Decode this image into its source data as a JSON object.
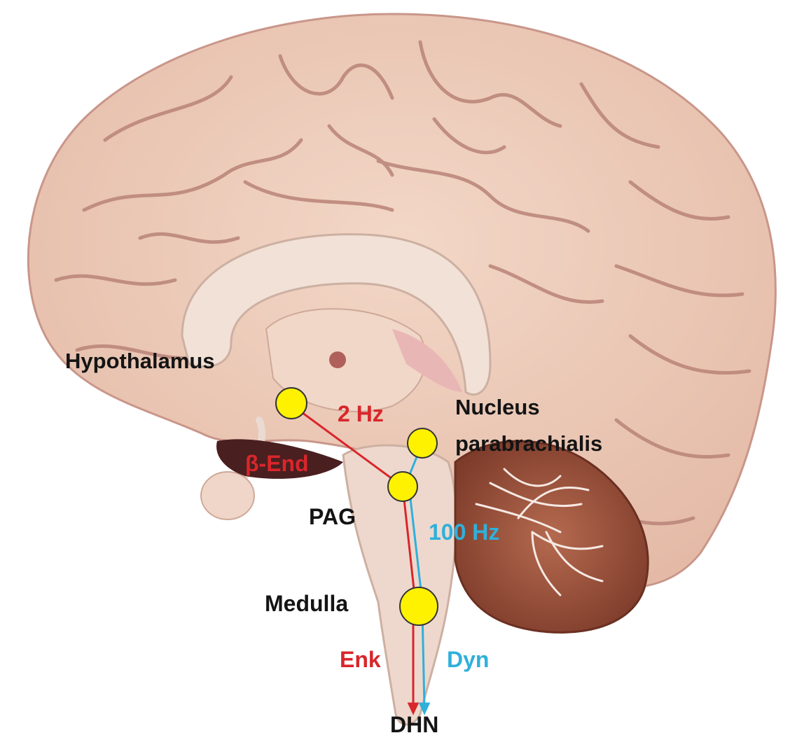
{
  "labels": {
    "hypothalamus": "Hypothalamus",
    "nucleus_line1": "Nucleus",
    "nucleus_line2": "parabrachialis",
    "pag": "PAG",
    "medulla": "Medulla",
    "dhn": "DHN",
    "low_freq": "2 Hz",
    "high_freq": "100 Hz",
    "beta_end": "β-End",
    "enk": "Enk",
    "dyn": "Dyn"
  },
  "colors": {
    "low_freq_pathway": "#d8262b",
    "high_freq_pathway": "#2fb0dc",
    "nucleus_marker": "#fff200",
    "label_text": "#141414"
  }
}
